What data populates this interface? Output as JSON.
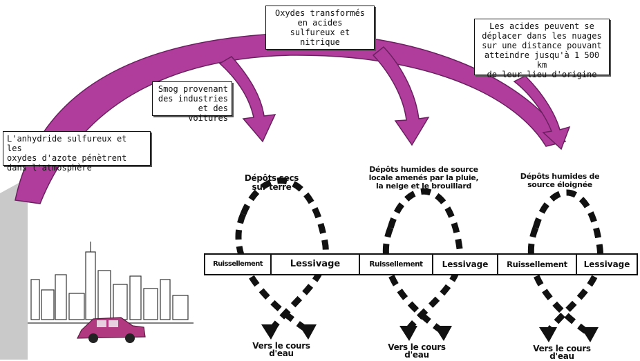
{
  "colors": {
    "arc": "#b03c9b",
    "ink": "#111111",
    "wall": "#c9c9c9",
    "car": "#b0397f"
  },
  "icons": {
    "skyline": "city-skyline-icon",
    "car": "car-icon"
  },
  "boxes": {
    "oxides": "Oxydes transformés\nen acides\nsulfureux et nitrique",
    "travel": "Les acides peuvent se\ndéplacer dans les nuages\nsur une distance pouvant\natteindre jusqu'à 1 500 km\nde leur lieu d'origine",
    "smog": "Smog provenant\ndes industries\net des voitures",
    "emission": "L'anhydride sulfureux et les\noxydes d'azote pénètrent\ndans l'atmosphère"
  },
  "deposits": {
    "dry": "Dépôts secs\nsur terre",
    "wet_local": "Dépôts humides de source\nlocale amenés par la pluie,\nla neige et le brouillard",
    "wet_remote": "Dépôts humides de\nsource éloignée"
  },
  "band": {
    "ruissellement": "Ruissellement",
    "lessivage": "Lessivage"
  },
  "rivers": {
    "label": "Vers le cours\nd'eau"
  }
}
